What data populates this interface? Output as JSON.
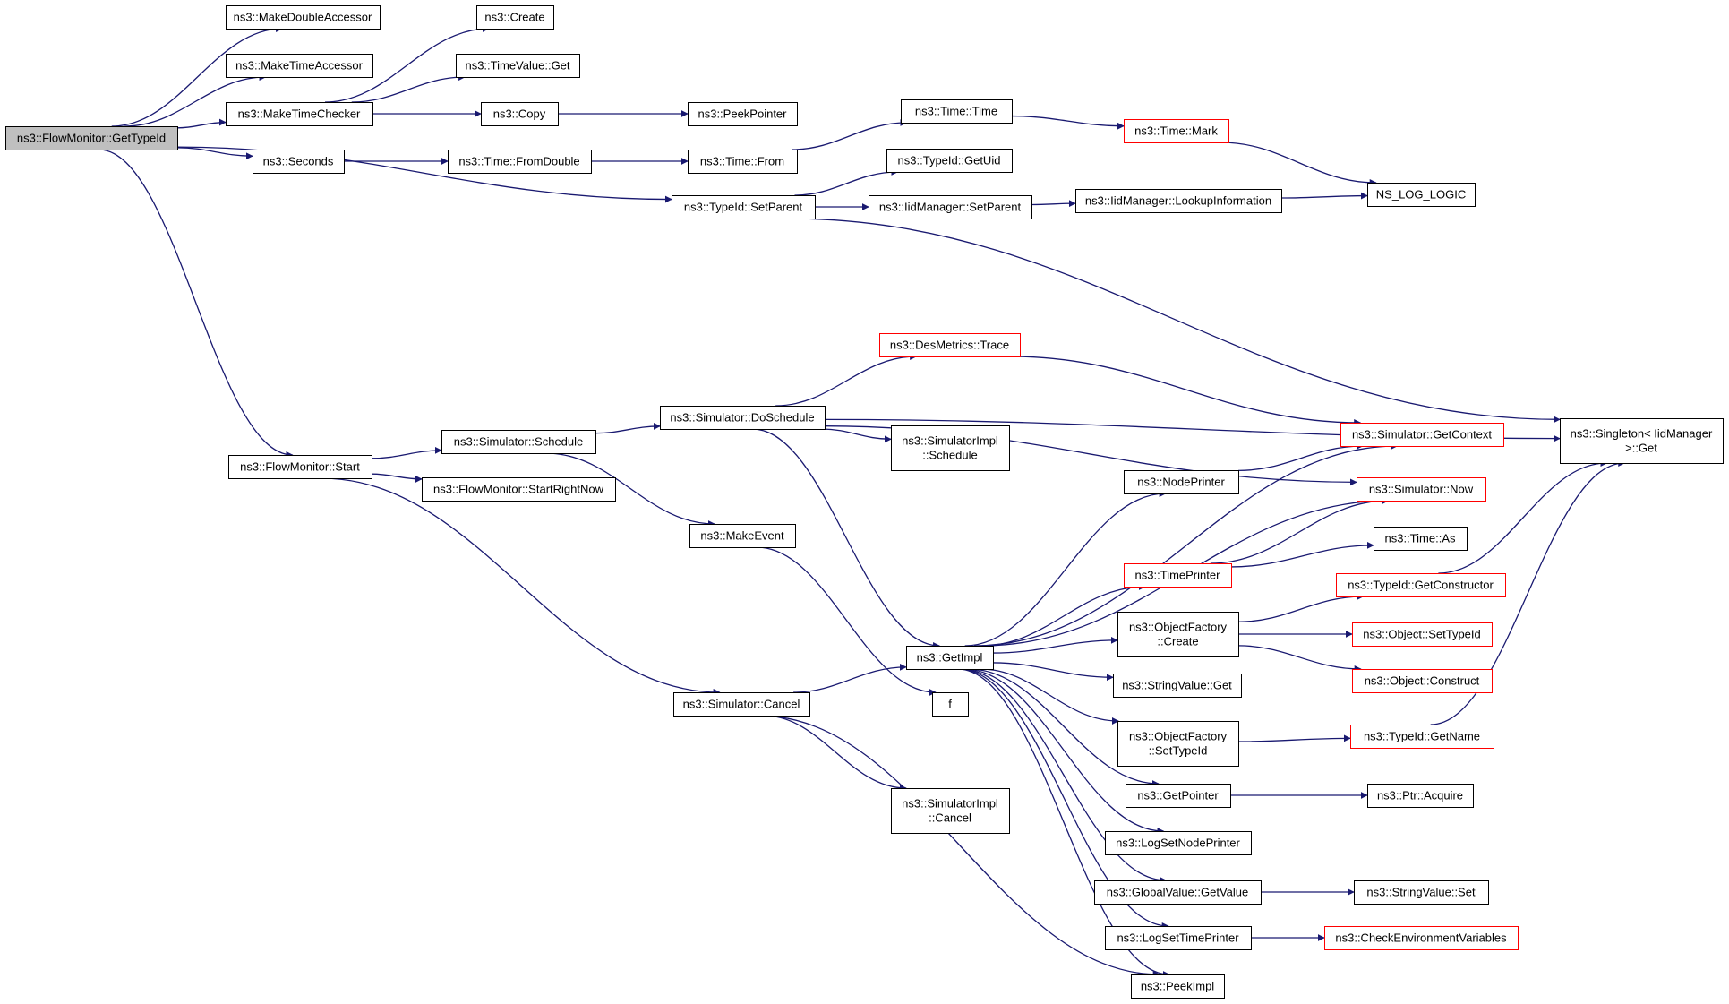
{
  "colors": {
    "edge": "#191970",
    "node_border": "#000000",
    "truncated_border": "#ff0000",
    "root_fill": "#bfbfbf",
    "node_fill": "#ffffff"
  },
  "nodes": [
    {
      "id": "n_root",
      "lines": [
        "ns3::FlowMonitor::GetTypeId"
      ],
      "style": "root"
    },
    {
      "id": "n_mkdbl",
      "lines": [
        "ns3::MakeDoubleAccessor"
      ],
      "style": "normal"
    },
    {
      "id": "n_mktacc",
      "lines": [
        "ns3::MakeTimeAccessor"
      ],
      "style": "normal"
    },
    {
      "id": "n_mktchk",
      "lines": [
        "ns3::MakeTimeChecker"
      ],
      "style": "normal"
    },
    {
      "id": "n_seconds",
      "lines": [
        "ns3::Seconds"
      ],
      "style": "normal"
    },
    {
      "id": "n_create",
      "lines": [
        "ns3::Create"
      ],
      "style": "normal"
    },
    {
      "id": "n_tvget",
      "lines": [
        "ns3::TimeValue::Get"
      ],
      "style": "normal"
    },
    {
      "id": "n_copy",
      "lines": [
        "ns3::Copy"
      ],
      "style": "normal"
    },
    {
      "id": "n_peekptr",
      "lines": [
        "ns3::PeekPointer"
      ],
      "style": "normal"
    },
    {
      "id": "n_fromdouble",
      "lines": [
        "ns3::Time::FromDouble"
      ],
      "style": "normal"
    },
    {
      "id": "n_from",
      "lines": [
        "ns3::Time::From"
      ],
      "style": "normal"
    },
    {
      "id": "n_time",
      "lines": [
        "ns3::Time::Time"
      ],
      "style": "normal"
    },
    {
      "id": "n_mark",
      "lines": [
        "ns3::Time::Mark"
      ],
      "style": "truncated"
    },
    {
      "id": "n_nslog",
      "lines": [
        "NS_LOG_LOGIC"
      ],
      "style": "normal"
    },
    {
      "id": "n_getuid",
      "lines": [
        "ns3::TypeId::GetUid"
      ],
      "style": "normal"
    },
    {
      "id": "n_setparent",
      "lines": [
        "ns3::TypeId::SetParent"
      ],
      "style": "normal"
    },
    {
      "id": "n_iidsetparent",
      "lines": [
        "ns3::IidManager::SetParent"
      ],
      "style": "normal"
    },
    {
      "id": "n_lookup",
      "lines": [
        "ns3::IidManager::LookupInformation"
      ],
      "style": "normal"
    },
    {
      "id": "n_singleton",
      "lines": [
        "ns3::Singleton< IidManager",
        ">::Get"
      ],
      "style": "normal"
    },
    {
      "id": "n_start",
      "lines": [
        "ns3::FlowMonitor::Start"
      ],
      "style": "normal"
    },
    {
      "id": "n_schedule",
      "lines": [
        "ns3::Simulator::Schedule"
      ],
      "style": "normal"
    },
    {
      "id": "n_startrn",
      "lines": [
        "ns3::FlowMonitor::StartRightNow"
      ],
      "style": "normal"
    },
    {
      "id": "n_dosched",
      "lines": [
        "ns3::Simulator::DoSchedule"
      ],
      "style": "normal"
    },
    {
      "id": "n_trace",
      "lines": [
        "ns3::DesMetrics::Trace"
      ],
      "style": "truncated"
    },
    {
      "id": "n_simimplsched",
      "lines": [
        "ns3::SimulatorImpl",
        "::Schedule"
      ],
      "style": "normal"
    },
    {
      "id": "n_makeevent",
      "lines": [
        "ns3::MakeEvent"
      ],
      "style": "normal"
    },
    {
      "id": "n_getimpl",
      "lines": [
        "ns3::GetImpl"
      ],
      "style": "normal"
    },
    {
      "id": "n_f",
      "lines": [
        "f"
      ],
      "style": "normal"
    },
    {
      "id": "n_cancel",
      "lines": [
        "ns3::Simulator::Cancel"
      ],
      "style": "normal"
    },
    {
      "id": "n_simimplcancel",
      "lines": [
        "ns3::SimulatorImpl",
        "::Cancel"
      ],
      "style": "normal"
    },
    {
      "id": "n_getcontext",
      "lines": [
        "ns3::Simulator::GetContext"
      ],
      "style": "truncated"
    },
    {
      "id": "n_nodeprinter",
      "lines": [
        "ns3::NodePrinter"
      ],
      "style": "normal"
    },
    {
      "id": "n_now",
      "lines": [
        "ns3::Simulator::Now"
      ],
      "style": "truncated"
    },
    {
      "id": "n_timeas",
      "lines": [
        "ns3::Time::As"
      ],
      "style": "normal"
    },
    {
      "id": "n_timeprinter",
      "lines": [
        "ns3::TimePrinter"
      ],
      "style": "truncated"
    },
    {
      "id": "n_getctor",
      "lines": [
        "ns3::TypeId::GetConstructor"
      ],
      "style": "truncated"
    },
    {
      "id": "n_ofcreate",
      "lines": [
        "ns3::ObjectFactory",
        "::Create"
      ],
      "style": "normal"
    },
    {
      "id": "n_objsettid",
      "lines": [
        "ns3::Object::SetTypeId"
      ],
      "style": "truncated"
    },
    {
      "id": "n_objconstruct",
      "lines": [
        "ns3::Object::Construct"
      ],
      "style": "truncated"
    },
    {
      "id": "n_svget",
      "lines": [
        "ns3::StringValue::Get"
      ],
      "style": "normal"
    },
    {
      "id": "n_ofsettid",
      "lines": [
        "ns3::ObjectFactory",
        "::SetTypeId"
      ],
      "style": "normal"
    },
    {
      "id": "n_getname",
      "lines": [
        "ns3::TypeId::GetName"
      ],
      "style": "truncated"
    },
    {
      "id": "n_getpointer",
      "lines": [
        "ns3::GetPointer"
      ],
      "style": "normal"
    },
    {
      "id": "n_acquire",
      "lines": [
        "ns3::Ptr::Acquire"
      ],
      "style": "normal"
    },
    {
      "id": "n_lognodeprinter",
      "lines": [
        "ns3::LogSetNodePrinter"
      ],
      "style": "normal"
    },
    {
      "id": "n_gvgetvalue",
      "lines": [
        "ns3::GlobalValue::GetValue"
      ],
      "style": "normal"
    },
    {
      "id": "n_svset",
      "lines": [
        "ns3::StringValue::Set"
      ],
      "style": "normal"
    },
    {
      "id": "n_logtimeprinter",
      "lines": [
        "ns3::LogSetTimePrinter"
      ],
      "style": "normal"
    },
    {
      "id": "n_checkenv",
      "lines": [
        "ns3::CheckEnvironmentVariables"
      ],
      "style": "truncated"
    },
    {
      "id": "n_peekimpl",
      "lines": [
        "ns3::PeekImpl"
      ],
      "style": "normal"
    }
  ],
  "edges": [
    [
      "n_root",
      "n_mkdbl"
    ],
    [
      "n_root",
      "n_mktacc"
    ],
    [
      "n_root",
      "n_mktchk"
    ],
    [
      "n_root",
      "n_seconds"
    ],
    [
      "n_root",
      "n_setparent"
    ],
    [
      "n_root",
      "n_start"
    ],
    [
      "n_mktchk",
      "n_create"
    ],
    [
      "n_mktchk",
      "n_tvget"
    ],
    [
      "n_mktchk",
      "n_copy"
    ],
    [
      "n_copy",
      "n_peekptr"
    ],
    [
      "n_seconds",
      "n_fromdouble"
    ],
    [
      "n_fromdouble",
      "n_from"
    ],
    [
      "n_from",
      "n_time"
    ],
    [
      "n_time",
      "n_mark"
    ],
    [
      "n_mark",
      "n_nslog"
    ],
    [
      "n_setparent",
      "n_getuid"
    ],
    [
      "n_setparent",
      "n_iidsetparent"
    ],
    [
      "n_setparent",
      "n_singleton"
    ],
    [
      "n_iidsetparent",
      "n_lookup"
    ],
    [
      "n_lookup",
      "n_nslog"
    ],
    [
      "n_start",
      "n_schedule"
    ],
    [
      "n_start",
      "n_startrn"
    ],
    [
      "n_start",
      "n_cancel"
    ],
    [
      "n_schedule",
      "n_dosched"
    ],
    [
      "n_schedule",
      "n_makeevent"
    ],
    [
      "n_dosched",
      "n_singleton"
    ],
    [
      "n_dosched",
      "n_trace"
    ],
    [
      "n_dosched",
      "n_now"
    ],
    [
      "n_dosched",
      "n_simimplsched"
    ],
    [
      "n_dosched",
      "n_getimpl"
    ],
    [
      "n_trace",
      "n_getcontext"
    ],
    [
      "n_makeevent",
      "n_f"
    ],
    [
      "n_cancel",
      "n_getimpl"
    ],
    [
      "n_cancel",
      "n_simimplcancel"
    ],
    [
      "n_cancel",
      "n_peekimpl"
    ],
    [
      "n_getimpl",
      "n_getcontext"
    ],
    [
      "n_getimpl",
      "n_nodeprinter"
    ],
    [
      "n_getimpl",
      "n_now"
    ],
    [
      "n_getimpl",
      "n_timeprinter"
    ],
    [
      "n_getimpl",
      "n_ofcreate"
    ],
    [
      "n_getimpl",
      "n_svget"
    ],
    [
      "n_getimpl",
      "n_ofsettid"
    ],
    [
      "n_getimpl",
      "n_getpointer"
    ],
    [
      "n_getimpl",
      "n_lognodeprinter"
    ],
    [
      "n_getimpl",
      "n_gvgetvalue"
    ],
    [
      "n_getimpl",
      "n_logtimeprinter"
    ],
    [
      "n_getimpl",
      "n_peekimpl"
    ],
    [
      "n_nodeprinter",
      "n_getcontext"
    ],
    [
      "n_timeprinter",
      "n_now"
    ],
    [
      "n_timeprinter",
      "n_timeas"
    ],
    [
      "n_ofcreate",
      "n_getctor"
    ],
    [
      "n_ofcreate",
      "n_objsettid"
    ],
    [
      "n_ofcreate",
      "n_objconstruct"
    ],
    [
      "n_getctor",
      "n_singleton"
    ],
    [
      "n_ofsettid",
      "n_getname"
    ],
    [
      "n_getname",
      "n_singleton"
    ],
    [
      "n_getpointer",
      "n_acquire"
    ],
    [
      "n_gvgetvalue",
      "n_svset"
    ],
    [
      "n_logtimeprinter",
      "n_checkenv"
    ]
  ]
}
